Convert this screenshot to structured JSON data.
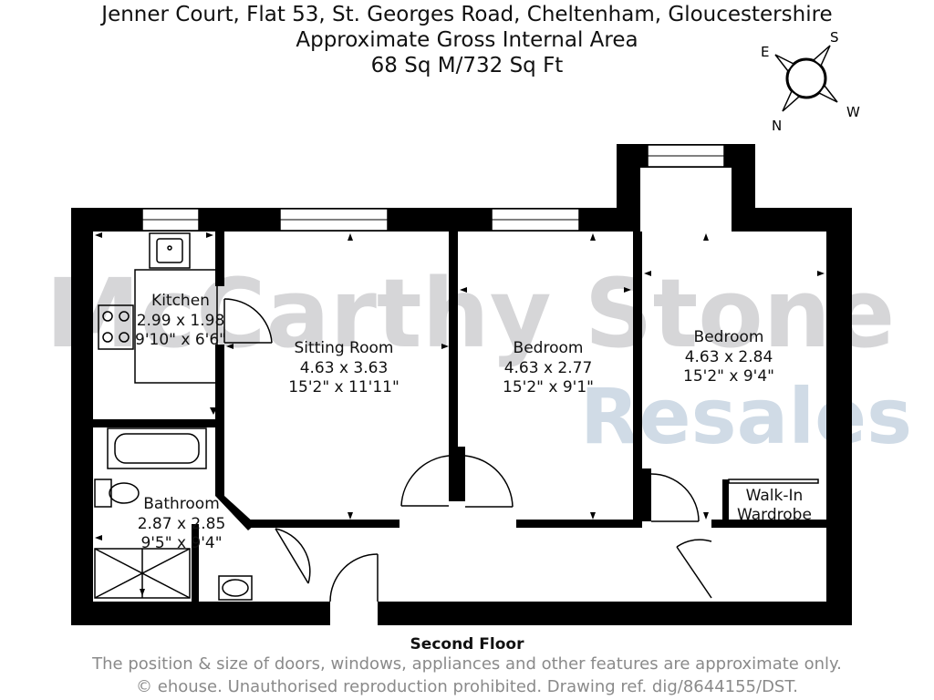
{
  "header": {
    "address": "Jenner Court, Flat 53, St. Georges Road, Cheltenham, Gloucestershire",
    "area_title": "Approximate Gross Internal Area",
    "area_value": "68 Sq M/732 Sq Ft"
  },
  "compass": {
    "n": "N",
    "e": "E",
    "s": "S",
    "w": "W"
  },
  "watermark": {
    "line1": "McCarthy Stone",
    "line2": "Resales",
    "color1": "#c9c9cc",
    "color2": "#c5d3e0"
  },
  "rooms": {
    "kitchen": {
      "name": "Kitchen",
      "metric": "2.99 x 1.98",
      "imperial": "9'10\" x 6'6\""
    },
    "sitting": {
      "name": "Sitting Room",
      "metric": "4.63 x 3.63",
      "imperial": "15'2\" x 11'11\""
    },
    "bedroom1": {
      "name": "Bedroom",
      "metric": "4.63 x 2.77",
      "imperial": "15'2\" x 9'1\""
    },
    "bedroom2": {
      "name": "Bedroom",
      "metric": "4.63 x 2.84",
      "imperial": "15'2\" x 9'4\""
    },
    "bathroom": {
      "name": "Bathroom",
      "metric": "2.87 x 2.85",
      "imperial": "9'5\" x 9'4\""
    },
    "wardrobe": {
      "line1": "Walk-In",
      "line2": "Wardrobe"
    }
  },
  "footer": {
    "floor": "Second Floor",
    "disclaimer1": "The position & size of doors, windows, appliances and other features are approximate only.",
    "disclaimer2": "© ehouse. Unauthorised reproduction prohibited. Drawing ref. dig/8644155/DST."
  },
  "colors": {
    "wall": "#000000",
    "text": "#111111",
    "muted": "#8a8a8a"
  }
}
